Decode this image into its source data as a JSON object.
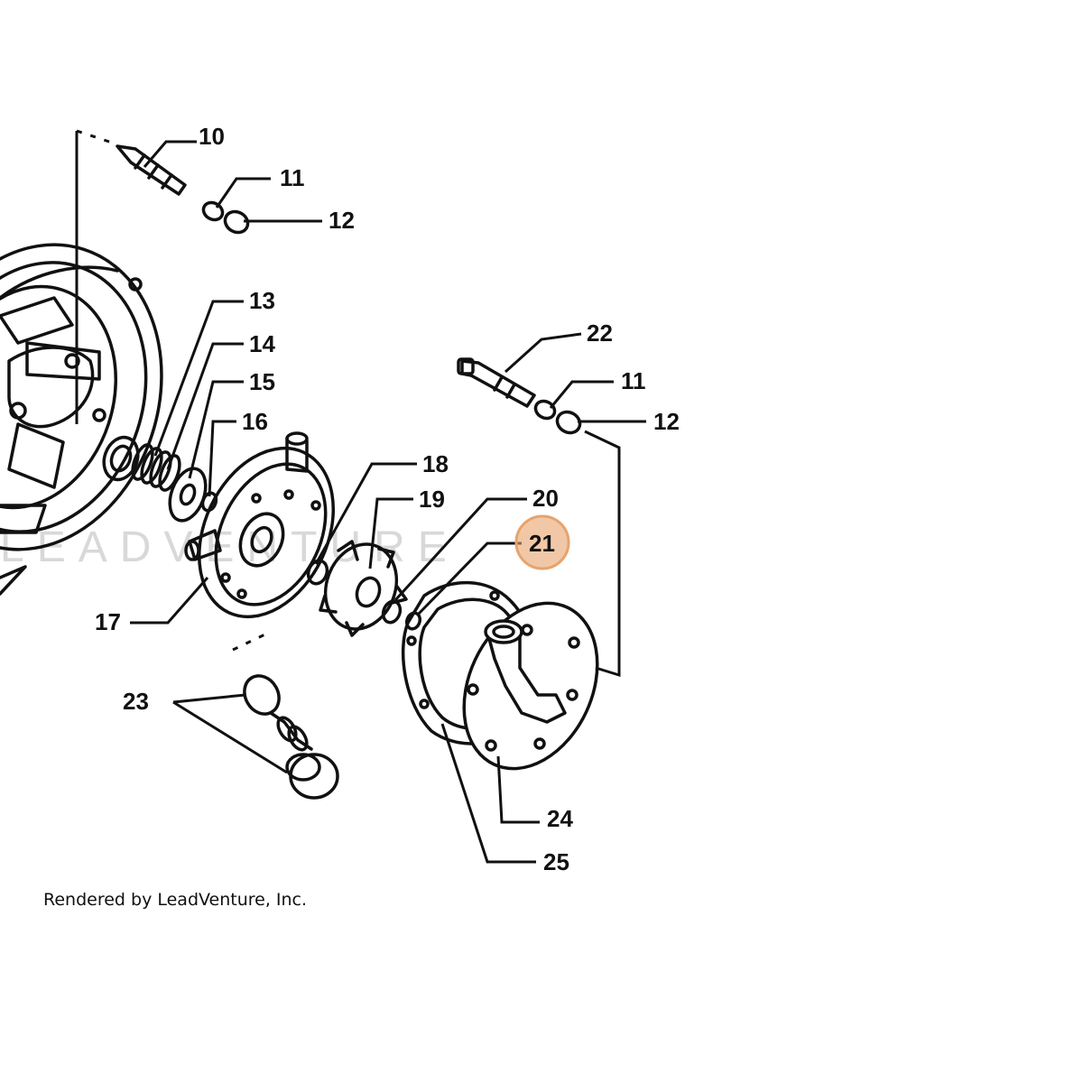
{
  "watermark": "LEADVENTURE",
  "credit": "Rendered by LeadVenture, Inc.",
  "highlight_color": "#e8a36c",
  "callouts": {
    "c10": "10",
    "c11a": "11",
    "c12a": "12",
    "c13": "13",
    "c14": "14",
    "c15": "15",
    "c16": "16",
    "c17": "17",
    "c18": "18",
    "c19": "19",
    "c20": "20",
    "c21": "21",
    "c22": "22",
    "c11b": "11",
    "c12b": "12",
    "c23": "23",
    "c24": "24",
    "c25": "25"
  }
}
